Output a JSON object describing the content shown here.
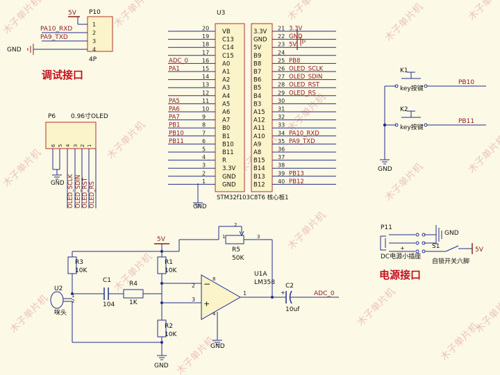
{
  "colors": {
    "background": "#fcf9e6",
    "wire": "#1f2c8f",
    "net": "#8b1a1a",
    "label": "#111111",
    "pin": "#222222",
    "title": "#c1121f",
    "watermark": "#e9b3b3"
  },
  "p10": {
    "ref": "P10",
    "value": "4P",
    "vcc": "5V",
    "gnd": "GND",
    "nets": [
      "PA10_RXD",
      "PA9_TXD"
    ],
    "pins": [
      "1",
      "2",
      "3",
      "4"
    ]
  },
  "debug_title": "调试接口",
  "u3": {
    "ref": "U3",
    "value": "STM32f103C8T6 核心板1",
    "left_names": [
      "VB",
      "C13",
      "C14",
      "C15",
      "A0",
      "A1",
      "A2",
      "A3",
      "A4",
      "A5",
      "A6",
      "A7",
      "B0",
      "B1",
      "B10",
      "B11",
      "R",
      "3.3V",
      "GND",
      "GND"
    ],
    "left_pins": [
      "20",
      "19",
      "18",
      "17",
      "16",
      "15",
      "14",
      "13",
      "12",
      "11",
      "10",
      "9",
      "8",
      "7",
      "6",
      "5",
      "4",
      "3",
      "2",
      "1"
    ],
    "left_nets": [
      "",
      "",
      "",
      "",
      "ADC_0",
      "PA1",
      "",
      "",
      "",
      "PA5",
      "PA6",
      "PA7",
      "PB1",
      "PB10",
      "PB11",
      "",
      "",
      "",
      "",
      ""
    ],
    "right_names": [
      "3.3V",
      "GND",
      "5V",
      "B9",
      "B8",
      "B7",
      "B6",
      "B5",
      "B4",
      "B3",
      "A15",
      "A12",
      "A11",
      "A10",
      "A9",
      "A8",
      "B15",
      "B14",
      "B13",
      "B12"
    ],
    "right_pins": [
      "21",
      "22",
      "23",
      "24",
      "25",
      "26",
      "27",
      "28",
      "29",
      "30",
      "31",
      "32",
      "33",
      "34",
      "35",
      "36",
      "37",
      "38",
      "39",
      "40"
    ],
    "right_nets": [
      "3.3V",
      "GND",
      "5V",
      "",
      "PB8",
      "OLED_SCLK",
      "OLED_SDIN",
      "OLED_RST",
      "OLED_RS",
      "",
      "",
      "",
      "",
      "PA10_RXD",
      "PA9_TXD",
      "",
      "",
      "",
      "PB13",
      "PB12"
    ],
    "gnd": "GND"
  },
  "p6": {
    "ref": "P6",
    "value": "0.96寸OLED",
    "pins": [
      "6",
      "5",
      "4",
      "3",
      "2",
      "1"
    ],
    "nets": [
      "OLED_SCLK",
      "OLED_SDIN",
      "OLED_RST",
      "OLED_RS"
    ],
    "gnd": "GND"
  },
  "keys": [
    {
      "ref": "K1",
      "value": "key按键",
      "net": "PB10"
    },
    {
      "ref": "K2",
      "value": "key按键",
      "net": "PB11"
    }
  ],
  "keys_gnd": "GND",
  "power": {
    "ref": "P11",
    "value": "DC电源小插座",
    "switch_ref": "S1",
    "switch_value": "自锁开关六脚",
    "gnd": "GND",
    "vcc": "5V",
    "title": "电源接口"
  },
  "mic": {
    "vcc": "5V",
    "u2": "U2",
    "u2_value": "咪头",
    "u2_pins": [
      "1",
      "2"
    ],
    "r3": "R3",
    "r3_v": "10K",
    "c1": "C1",
    "c1_v": "104",
    "r4": "R4",
    "r4_v": "1K",
    "r1": "R1",
    "r1_v": "10K",
    "r2": "R2",
    "r2_v": "10K",
    "r5": "R5",
    "r5_v": "50K",
    "r5_pins": [
      "1",
      "2",
      "3"
    ],
    "u1": "U1A",
    "u1_v": "LM358",
    "u1_pins": [
      "2",
      "3",
      "1",
      "8",
      "4"
    ],
    "c2": "C2",
    "c2_v": "10uf",
    "c2_plus": "+",
    "out": "ADC_0",
    "gnd1": "GND",
    "gnd2": "GND"
  },
  "watermark": "木子单片机"
}
